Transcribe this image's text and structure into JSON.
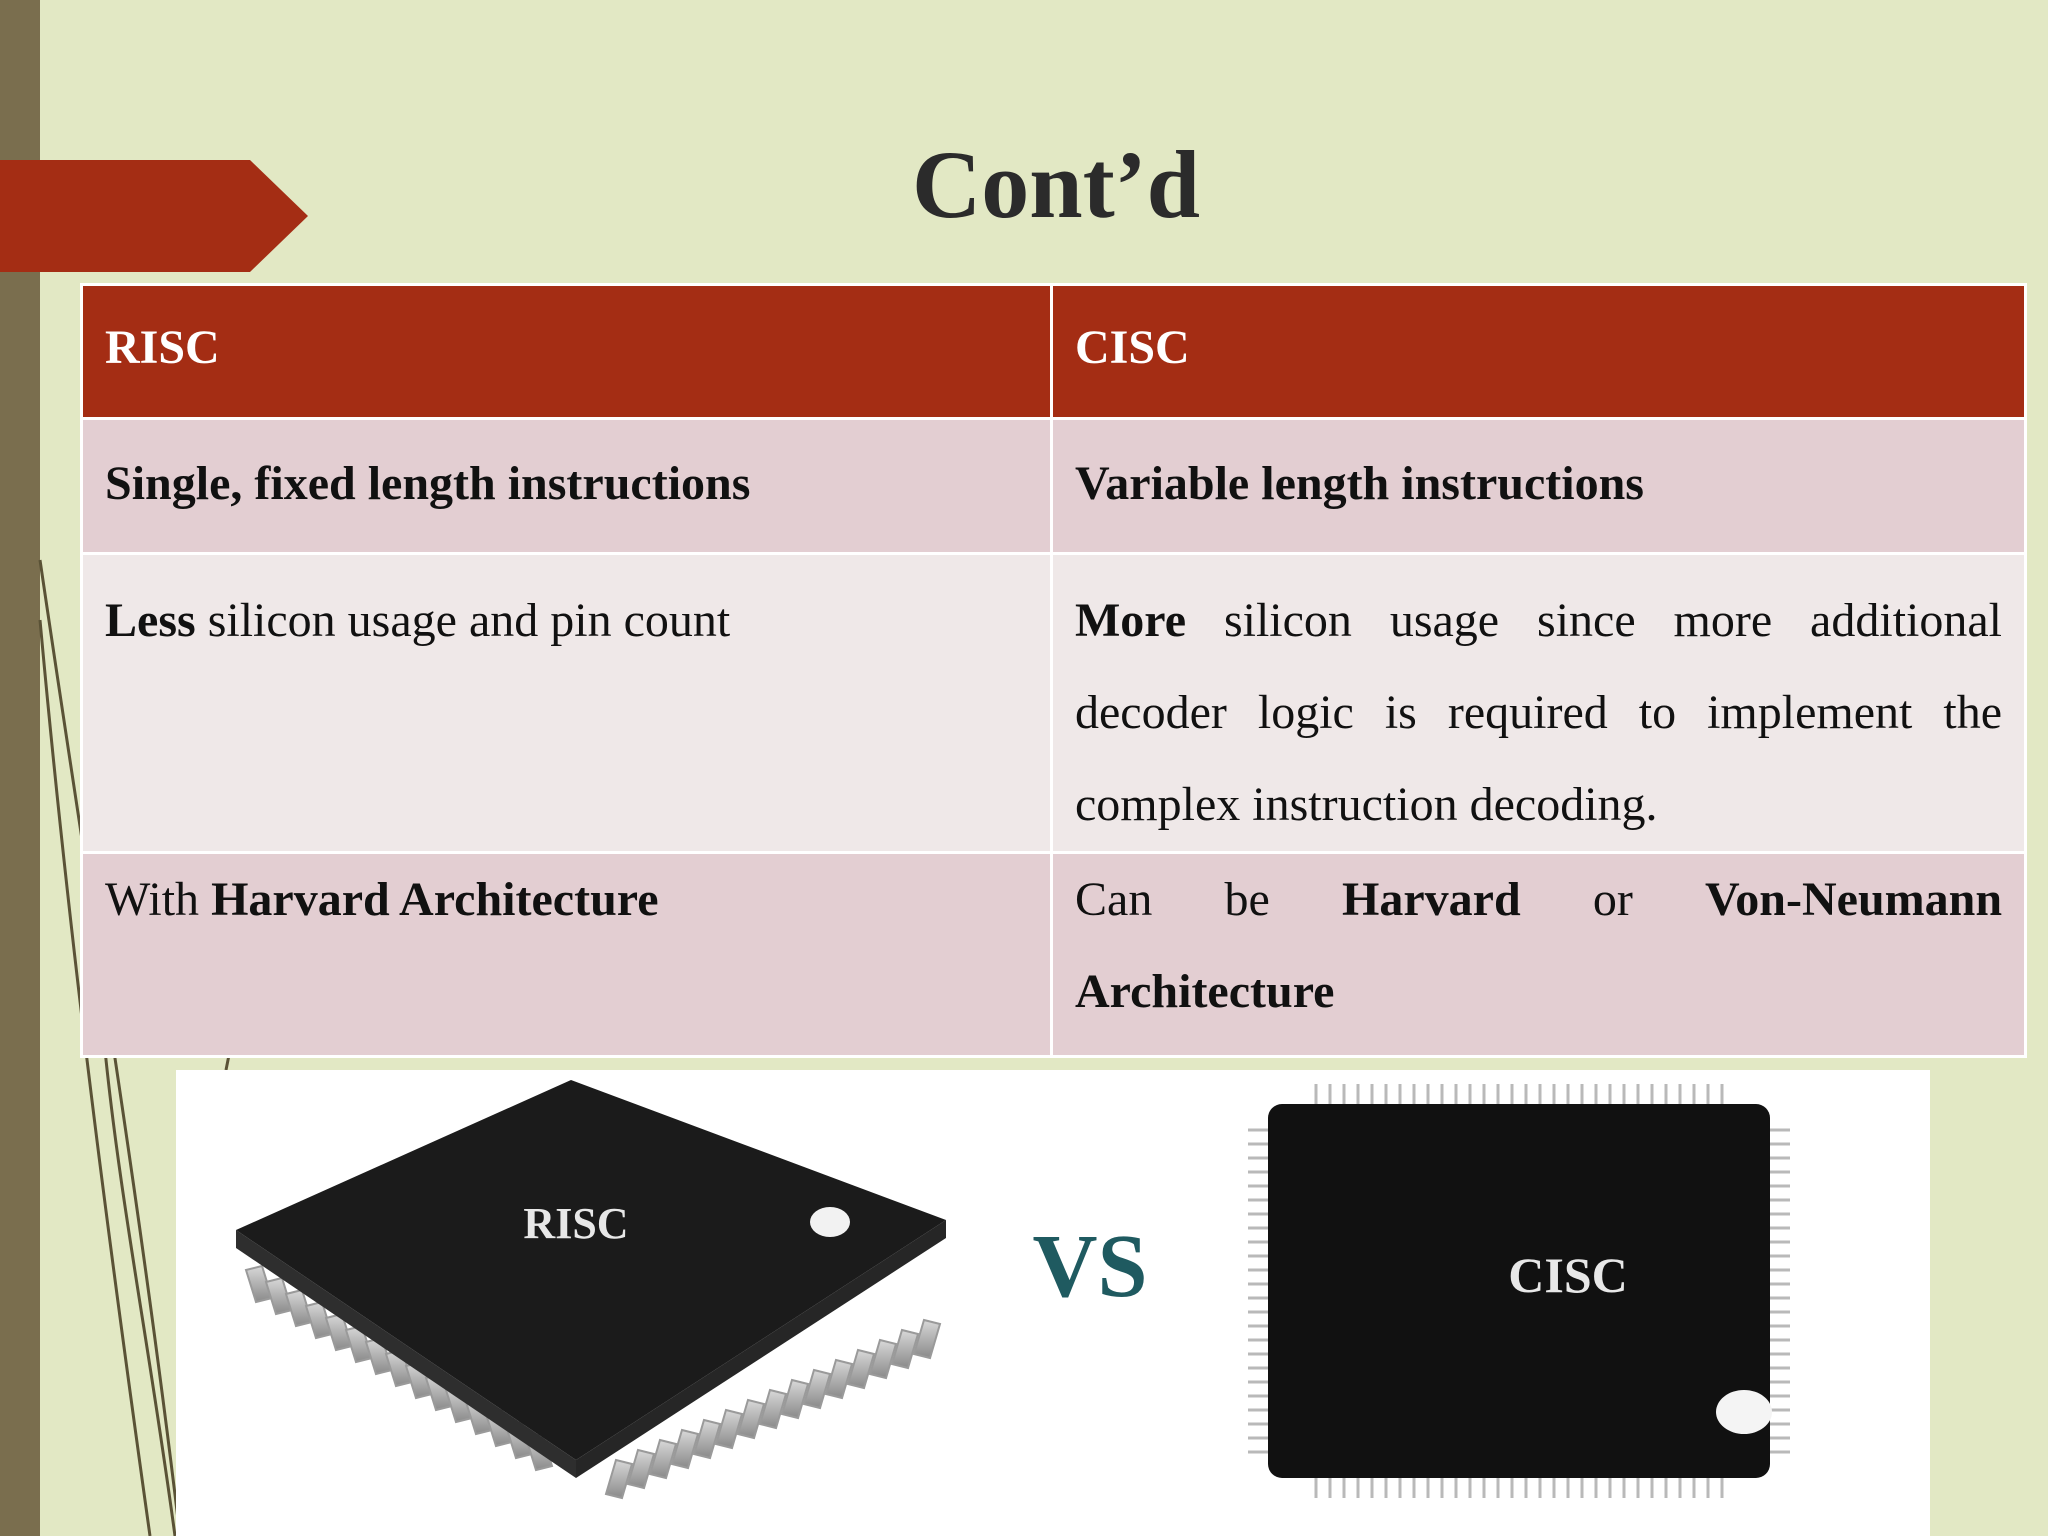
{
  "slide": {
    "title": "Cont’d",
    "colors": {
      "header": "#a42d14",
      "row_dark": "#e3ced2",
      "row_light": "#efe8e8",
      "background": "#e2e8c4"
    }
  },
  "table": {
    "headers": [
      "RISC",
      "CISC"
    ],
    "rows": [
      {
        "risc": "Single, fixed length instructions",
        "cisc": "Variable length instructions"
      },
      {
        "risc_bold": "Less",
        "risc_rest": " silicon usage and pin count",
        "cisc_bold": "More",
        "cisc_rest": " silicon usage since more additional decoder logic is required to implement the complex instruction decoding."
      },
      {
        "risc_plain": "With ",
        "risc_bold": "Harvard Architecture",
        "cisc_plain": "Can be ",
        "cisc_bold1": "Harvard",
        "cisc_mid": " or ",
        "cisc_bold2": "Von-Neumann Architecture"
      }
    ]
  },
  "image": {
    "left_chip_label": "RISC",
    "vs_label": "VS",
    "right_chip_label": "CISC"
  }
}
